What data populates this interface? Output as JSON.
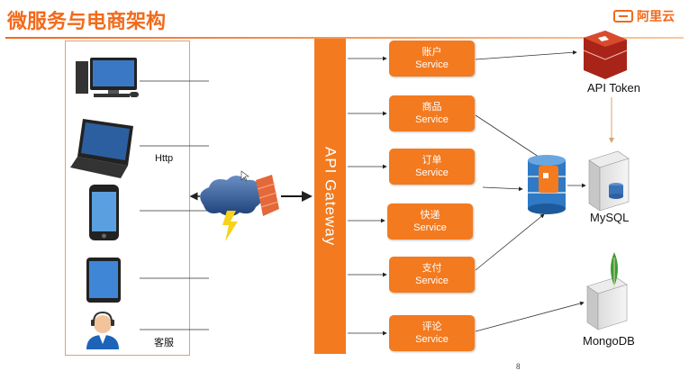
{
  "slide": {
    "title": "微服务与电商架构",
    "brand": "阿里云",
    "page_number": "8"
  },
  "clients": {
    "http_label": "Http",
    "support_label": "客服"
  },
  "gateway": {
    "label": "API Gateway"
  },
  "services": [
    {
      "cn": "账户",
      "en": "Service"
    },
    {
      "cn": "商品",
      "en": "Service"
    },
    {
      "cn": "订单",
      "en": "Service"
    },
    {
      "cn": "快递",
      "en": "Service"
    },
    {
      "cn": "支付",
      "en": "Service"
    },
    {
      "cn": "评论",
      "en": "Service"
    }
  ],
  "datastores": {
    "token": "API Token",
    "mysql": "MySQL",
    "mongo": "MongoDB"
  },
  "colors": {
    "accent": "#f37a1f",
    "title": "#f26a1b",
    "border": "#d8a37a"
  }
}
